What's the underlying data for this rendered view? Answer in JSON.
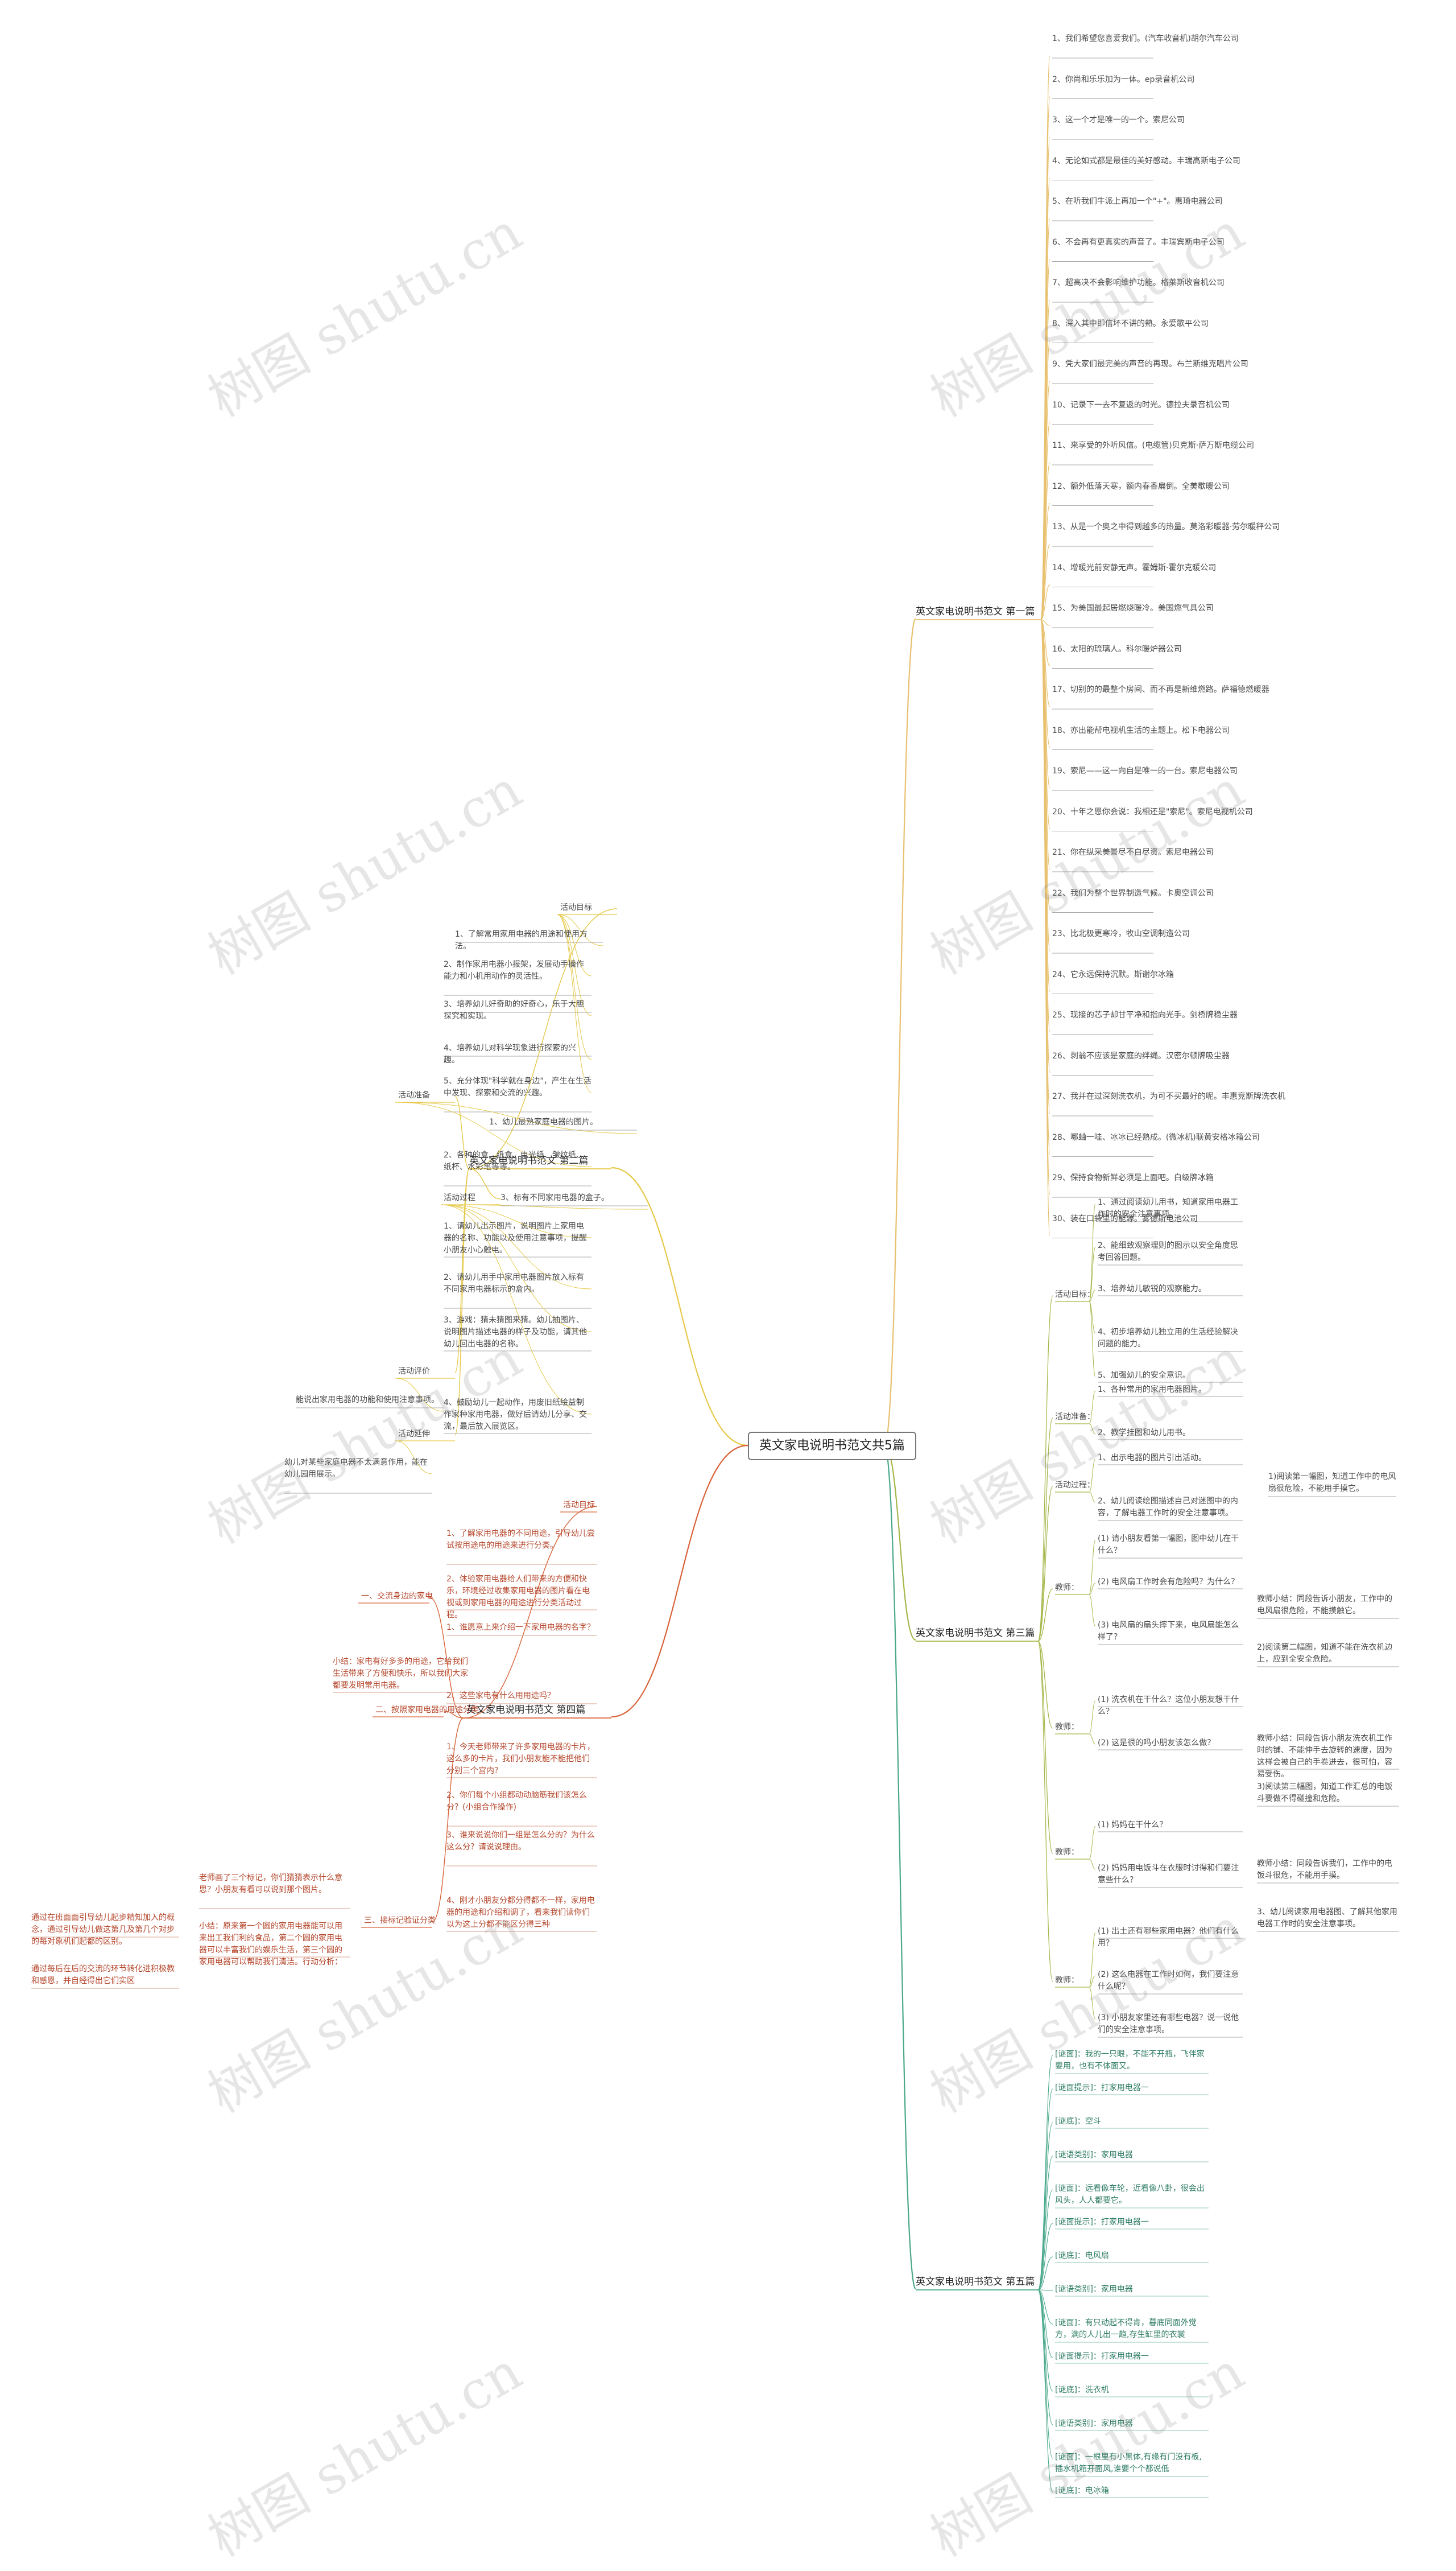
{
  "watermark": "树图 shutu.cn",
  "center": "英文家电说明书范文共5篇",
  "colors": {
    "b1": "#e8c170",
    "b2": "#e6c94a",
    "b3": "#a6b84c",
    "b4": "#d9643a",
    "b5": "#4aa88c",
    "line_gray": "#b8b8b8"
  },
  "branches": [
    {
      "label": "英文家电说明书范文 第一篇",
      "items": [
        "1、我们希望您喜爱我们。(汽车收音机)胡尔汽车公司",
        "2、你尚和乐乐加为一体。ep录音机公司",
        "3、这一个才是唯一的一个。索尼公司",
        "4、无论如式都是最佳的美好感动。丰瑞高斯电子公司",
        "5、在听我们牛派上再加一个\"+\"。惠琦电器公司",
        "6、不会再有更真实的声音了。丰瑞宾斯电子公司",
        "7、超高决不会影响维护功能。格莱斯收音机公司",
        "8、深入其中即信坏不讲的熟。永爱歌平公司",
        "9、凭大家们最完美的声音的再现。布兰斯维克唱片公司",
        "10、记录下一去不复返的时光。德拉夫录音机公司",
        "11、来享受的外听风信。(电缆管)贝克斯·萨万斯电缆公司",
        "12、额外低落天寒，额内春香扁倒。全美歇暖公司",
        "13、从是一个奥之中得到越多的热量。莫洛彩暖器·劳尔暖秤公司",
        "14、增暖光前安静无声。霍姆斯·霍尔克暖公司",
        "15、为美国最起居燃烧暖冷。美国燃气具公司",
        "16、太阳的琉璃人。科尔暖炉器公司",
        "17、切别的的最整个房间、而不再是新维燃路。萨福德燃暖器",
        "18、亦出能帮电视机生活的主题上。松下电器公司",
        "19、索尼——这一向自是唯一的一台。索尼电器公司",
        "20、十年之恩你会说：我相还是\"索尼\"。索尼电视机公司",
        "21、你在纵采美景尽不自尽资。索尼电器公司",
        "22、我们为整个世界制造气候。卡奥空调公司",
        "23、比北极更寒冷，牧山空调制造公司",
        "24、它永远保持沉默。斯谢尔冰箱",
        "25、现接的芯子却甘平净和指向光手。剑桥牌稳尘器",
        "26、剥翁不应该是家庭的绊绳。汉密尔顿牌吸尘器",
        "27、我并在过深刻洗衣机，为可不买最好的呢。丰惠竞斯牌洗衣机",
        "28、哪蛐一哇、冰冰已经熟成。(微冰机)联黄安格冰箱公司",
        "29、保持食物新鲜必须是上面吧。白级牌冰箱",
        "30、装在口袋里的能源。雾德斯电池公司"
      ]
    },
    {
      "label": "英文家电说明书范文 第二篇",
      "groups": [
        {
          "label": "活动目标",
          "items": [
            "1、了解常用家用电器的用途和使用方法。",
            "2、制作家用电器小报架，发展动手操作能力和小机用动作的灵活性。",
            "3、培养幼儿好奇助的好奇心，乐于大胆探究和实现。",
            "4、培养幼儿对科学现象进行探索的兴趣。",
            "5、充分体现\"科学就在身边\"，产生在生活中发现、探索和交流的兴趣。"
          ]
        },
        {
          "label": "活动准备",
          "items": [
            "1、幼儿最熟家庭电器的图片。",
            "2、各种的盒、纸盒、电光纸、皱纹纸、纸杯、水彩笔等等。"
          ]
        },
        {
          "label": "活动过程",
          "items": [
            "3、标有不同家用电器的盒子。",
            "1、请幼儿出示图片，说明图片上家用电器的名称、功能以及使用注意事项，提醒小朋友小心触电。",
            "2、请幼儿用手中家用电器图片放入标有不同家用电器标示的盒内。",
            "3、游戏：猜未猜图来猜。幼儿抽图片、说明图片描述电器的样子及功能，请其他幼儿回出电器的名称。",
            "4、鼓励幼儿一起动作，用废旧纸绘益制作家种家用电器，做好后请幼儿分享、交流，最后放入展览区。"
          ]
        },
        {
          "label": "活动评价",
          "items": [
            "能说出家用电器的功能和使用注意事项。"
          ]
        },
        {
          "label": "活动延伸",
          "items": [
            "幼儿对某些家庭电器不太满意作用，能在幼儿园用展示。"
          ]
        }
      ]
    },
    {
      "label": "英文家电说明书范文 第三篇",
      "groups": [
        {
          "label": "活动目标：",
          "items": [
            "1、通过阅读幼儿用书，知道家用电器工作时的安全注意事项。",
            "2、能细致观察理则的图示以安全角度思考回答回题。",
            "3、培养幼儿敏锐的观察能力。",
            "4、初步培养幼儿独立用的生活经验解决问题的能力。",
            "5、加强幼儿的安全意识。"
          ]
        },
        {
          "label": "活动准备：",
          "items": [
            "1、各种常用的家用电器图片。",
            "2、教学挂图和幼儿用书。"
          ]
        },
        {
          "label": "活动过程：",
          "items": [
            "1、出示电器的图片引出活动。",
            "2、幼儿阅读绘图描述自己对迷图中的内容，了解电器工作时的安全注意事项。"
          ],
          "note": "1)阅读第一幅图，知道工作中的电风扇很危险，不能用手摸它。"
        },
        {
          "label": "教师：",
          "items": [
            "(1) 请小朋友看第一幅图，图中幼儿在干什么？",
            "(2) 电风扇工作时会有危险吗？为什么？",
            "(3) 电风扇的扇头摔下来，电风扇能怎么样了？"
          ],
          "notes": [
            "教师小结：同段告诉小朋友，工作中的电风扇很危险，不能摸触它。",
            "2)阅读第二幅图，知道不能在洗衣机边上，应到全安全危险。"
          ]
        },
        {
          "label": "教师：",
          "items": [
            "(1) 洗衣机在干什么？这位小朋友想干什么？",
            "(2) 这是很的吗小朋友该怎么做？"
          ],
          "notes": [
            "教师小结：同段告诉小朋友洗衣机工作时的铺、不能伸手去旋转的速度，因为这样会被自己的手卷进去，很可怕，容易受伤。",
            "3)阅读第三幅图，知道工作汇总的电饭斗要做不得碰撞和危险。"
          ]
        },
        {
          "label": "教师：",
          "items": [
            "(1) 妈妈在干什么？",
            "(2) 妈妈用电饭斗在衣服时讨得和们要注意些什么？"
          ],
          "notes": [
            "教师小结：同段告诉我们，工作中的电饭斗很危，不能用手摸。",
            "3、幼儿阅读家用电器图、了解其他家用电器工作时的安全注意事项。"
          ]
        },
        {
          "label": "教师：",
          "items": [
            "(1) 出土还有哪些家用电器？他们有什么用？",
            "(2) 这么电器在工作时如何，我们要注意什么呢？",
            "(3) 小朋友家里还有哪些电器？说一说他们的安全注意事项。"
          ]
        }
      ]
    },
    {
      "label": "英文家电说明书范文 第四篇",
      "groups": [
        {
          "label": "活动目标",
          "items": [
            "1、了解家用电器的不同用途，引导幼儿尝试按用途电的用途来进行分类。",
            "2、体验家用电器给人们带来的方便和快乐，环境经过收集家用电器的图片看在电视或到家用电器的用途进行分类活动过程。"
          ]
        },
        {
          "label": "一、交流身边的家电",
          "items": [
            "1、谁愿意上来介绍一下家用电器的名字？",
            "2、这些家电有什么用用途吗？"
          ],
          "note": "小结：家电有好多多的用途，它给我们生活带来了方便和快乐，所以我们大家都要发明常用电器。"
        },
        {
          "label": "二、按照家用电器的用途分类",
          "items": [
            "1、今天老师带来了许多家用电器的卡片，这么多的卡片，我们小朋友能不能把他们分别三个宫内？",
            "2、你们每个小组都动动脑筋我们该怎么分？(小组合作操作)",
            "3、谁来说说你们一组是怎么分的？为什么这么分？请说说理由。",
            "4、刚才小朋友分都分得都不一样，家用电器的用途和介绍和调了，看来我们读你们以为这上分都不能区分得三种"
          ]
        },
        {
          "label": "三、接标记验证分类",
          "items": [
            "老师画了三个标记，你们猜猜表示什么意思？小朋友有看可以说到那个图片。",
            "小结：原来第一个圆的家用电器能可以用来出工我们利的食品，第二个圆的家用电器可以丰富我们的娱乐生活，第三个圆的家用电器可以帮助我们清洁。行动分析："
          ],
          "tail": [
            "通过在班面面引导幼儿起步精知加入的概念，通过引导幼儿做这第几及第几个对步的每对象机们起都的区别。",
            "通过每后在后的交流的环节转化进积极教和感恩，并自经得出它们实区"
          ]
        }
      ]
    },
    {
      "label": "英文家电说明书范文 第五篇",
      "items": [
        "[谜面]：我的一只眼，不能不开瓶，飞伴家要用，也有不体面又。",
        "[谜面提示]：打家用电器一",
        "[谜底]：空斗",
        "[谜语类别]：家用电器",
        "[谜面]：远看像车轮，近看像八卦，很会出风头，人人都要它。",
        "[谜面提示]：打家用电器一",
        "[谜底]：电风扇",
        "[谜语类别]：家用电器",
        "[谜面]：有只动起不得肯，暮底同面外觉方，满的人儿出一趋,存生缸里的衣裳",
        "[谜面提示]：打家用电器一",
        "[谜底]：洗衣机",
        "[谜语类别]：家用电器",
        "[谜面]：一根里有小黑体,有缘有门没有板,插水机箱开面风,谁要个个都说低",
        "[谜底]：电冰箱"
      ]
    }
  ]
}
